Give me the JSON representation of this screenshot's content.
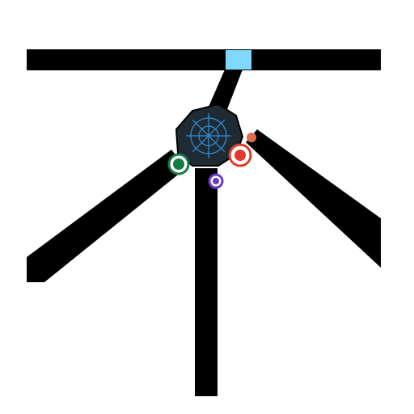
{
  "title": "",
  "colors": {
    "road": "#000000",
    "hub": "#1f2a33",
    "hub_lines": "#2f90d8",
    "accent_cyan": "#7fd8ff",
    "accent_green": "#157a45",
    "accent_red": "#e03a2f",
    "accent_purple": "#6a3cc5",
    "accent_orange": "#e06c4c"
  },
  "nodes": [
    {
      "id": "hub",
      "label": "",
      "icon": "radar-hub-icon"
    },
    {
      "id": "green",
      "label": "",
      "icon": "leaf-icon"
    },
    {
      "id": "red",
      "label": "",
      "icon": "beaker-icon"
    },
    {
      "id": "purple",
      "label": "",
      "icon": "dot-icon"
    }
  ]
}
